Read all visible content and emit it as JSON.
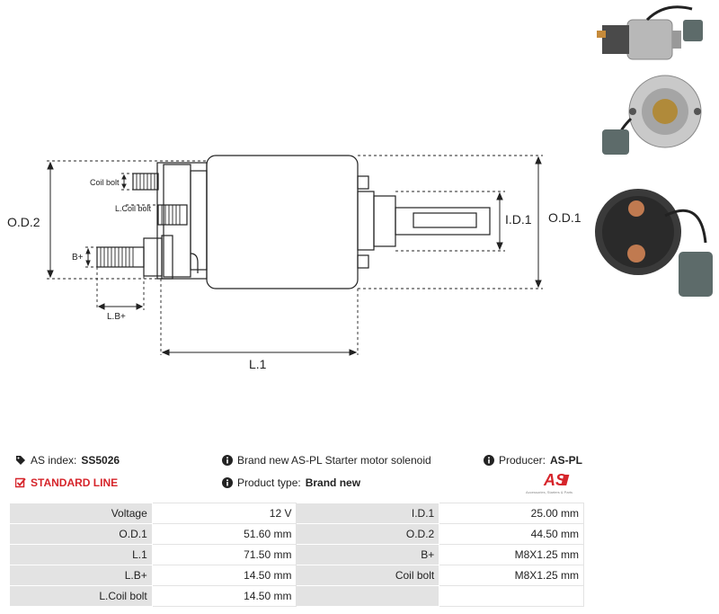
{
  "diagram": {
    "labels": {
      "od2": "O.D.2",
      "od1": "O.D.1",
      "id1": "I.D.1",
      "l1": "L.1",
      "lb": "L.B+",
      "b": "B+",
      "coil_bolt": "Coil bolt",
      "l_coil_bolt": "L.Coil bolt"
    }
  },
  "info": {
    "as_index_label": "AS index:",
    "as_index_value": "SS5026",
    "description": "Brand new AS-PL Starter motor solenoid",
    "producer_label": "Producer:",
    "producer_value": "AS-PL",
    "standard_line": "STANDARD LINE",
    "product_type_label": "Product type:",
    "product_type_value": "Brand new",
    "logo_text": "AS",
    "logo_tagline": "Accessories, Starters & Parts"
  },
  "specs": [
    [
      "Voltage",
      "12 V",
      "I.D.1",
      "25.00 mm"
    ],
    [
      "O.D.1",
      "51.60 mm",
      "O.D.2",
      "44.50 mm"
    ],
    [
      "L.1",
      "71.50 mm",
      "B+",
      "M8X1.25 mm"
    ],
    [
      "L.B+",
      "14.50 mm",
      "Coil bolt",
      "M8X1.25 mm"
    ],
    [
      "L.Coil bolt",
      "14.50 mm",
      "",
      ""
    ]
  ],
  "colors": {
    "accent_red": "#d6252b",
    "table_gray": "#e3e3e3",
    "line": "#222222"
  }
}
